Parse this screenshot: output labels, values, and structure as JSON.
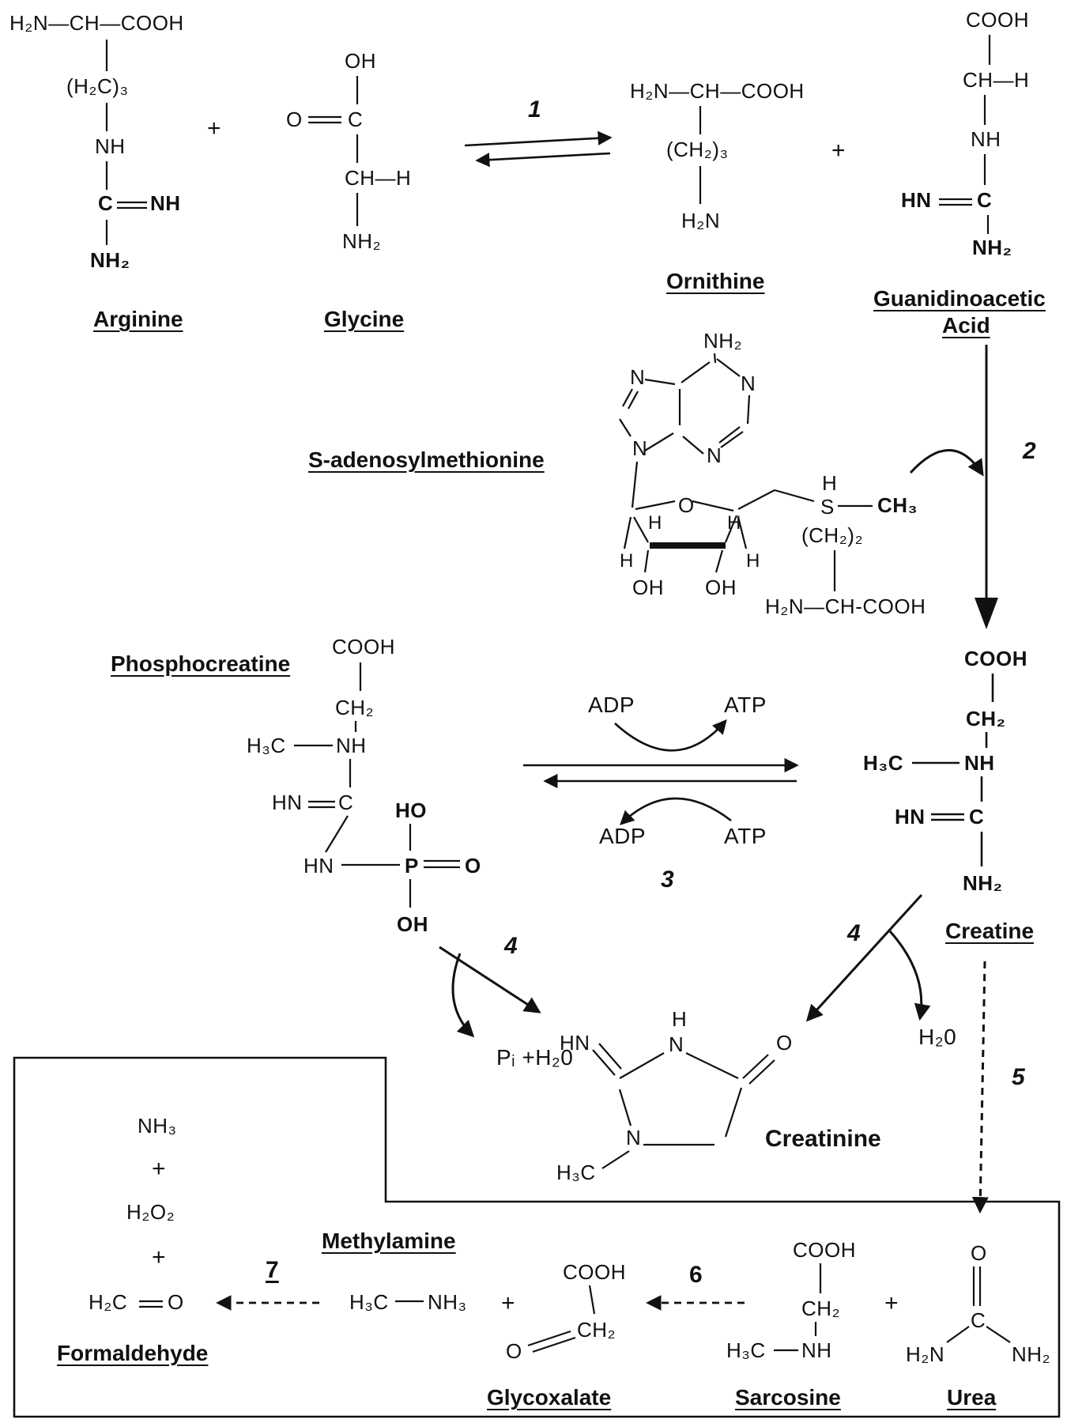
{
  "colors": {
    "ink": "#111111",
    "background": "#ffffff"
  },
  "reactions": {
    "n1": "1",
    "n2": "2",
    "n3": "3",
    "n4_left": "4",
    "n4_right": "4",
    "n5": "5",
    "n6": "6",
    "n7": "7"
  },
  "operators": {
    "plus": "+"
  },
  "cofactors": {
    "adp_top": "ADP",
    "atp_top": "ATP",
    "adp_bottom": "ADP",
    "atp_bottom": "ATP",
    "pi_h2o": "Pᵢ +H₂0",
    "h2o": "H₂0"
  },
  "byproducts": {
    "nh3": "NH₃",
    "h2o2": "H₂O₂"
  },
  "molecules": {
    "arginine": {
      "label": "Arginine",
      "backbone": "H₂N—CH—COOH",
      "chain": "(H₂C)₃",
      "nh": "NH",
      "c": "C",
      "imine_nh": "NH",
      "nh2": "NH₂"
    },
    "glycine": {
      "label": "Glycine",
      "oh": "OH",
      "o": "O",
      "c": "C",
      "ch": "CH—H",
      "nh2": "NH₂"
    },
    "ornithine": {
      "label": "Ornithine",
      "backbone": "H₂N—CH—COOH",
      "chain": "(CH₂)₃",
      "h2n": "H₂N"
    },
    "guanidinoacetic_acid": {
      "label_line1": "Guanidinoacetic",
      "label_line2": "Acid",
      "cooh": "COOH",
      "ch": "CH—H",
      "nh": "NH",
      "hn": "HN",
      "c": "C",
      "nh2": "NH₂"
    },
    "sam": {
      "label": "S-adenosylmethionine",
      "nh2": "NH₂",
      "n_top_left": "N",
      "n_right": "N",
      "n_bottom_left": "N",
      "n_bottom_mid": "N",
      "ribose_o": "O",
      "h_c1": "H",
      "h_c4": "H",
      "h_bottom_left": "H",
      "h_bottom_right": "H",
      "oh_left": "OH",
      "oh_right": "OH",
      "s_h": "H",
      "s": "S",
      "ch3": "CH₃",
      "chain": "(CH₂)₂",
      "tail": "H₂N—CH-COOH"
    },
    "phosphocreatine": {
      "label": "Phosphocreatine",
      "cooh": "COOH",
      "ch2": "CH₂",
      "h3c": "H₃C",
      "nh": "NH",
      "hn": "HN",
      "c": "C",
      "ho": "HO",
      "hn_p": "HN",
      "p": "P",
      "o": "O",
      "oh": "OH"
    },
    "creatine": {
      "label": "Creatine",
      "cooh": "COOH",
      "ch2": "CH₂",
      "h3c": "H₃C",
      "nh": "NH",
      "hn": "HN",
      "c": "C",
      "nh2": "NH₂"
    },
    "creatinine": {
      "label": "Creatinine",
      "hn": "HN",
      "n_top_h": "H",
      "n_top": "N",
      "o": "O",
      "n_bottom": "N",
      "h3c": "H₃C"
    },
    "methylamine": {
      "label": "Methylamine",
      "h3c": "H₃C",
      "nh3": "NH₃"
    },
    "formaldehyde": {
      "label": "Formaldehyde",
      "h2c": "H₂C",
      "o": "O"
    },
    "glycoxalate": {
      "label": "Glycoxalate",
      "cooh": "COOH",
      "ch2": "CH₂",
      "o": "O"
    },
    "sarcosine": {
      "label": "Sarcosine",
      "cooh": "COOH",
      "ch2": "CH₂",
      "h3c": "H₃C",
      "nh": "NH"
    },
    "urea": {
      "label": "Urea",
      "o": "O",
      "c": "C",
      "h2n": "H₂N",
      "nh2": "NH₂"
    }
  }
}
